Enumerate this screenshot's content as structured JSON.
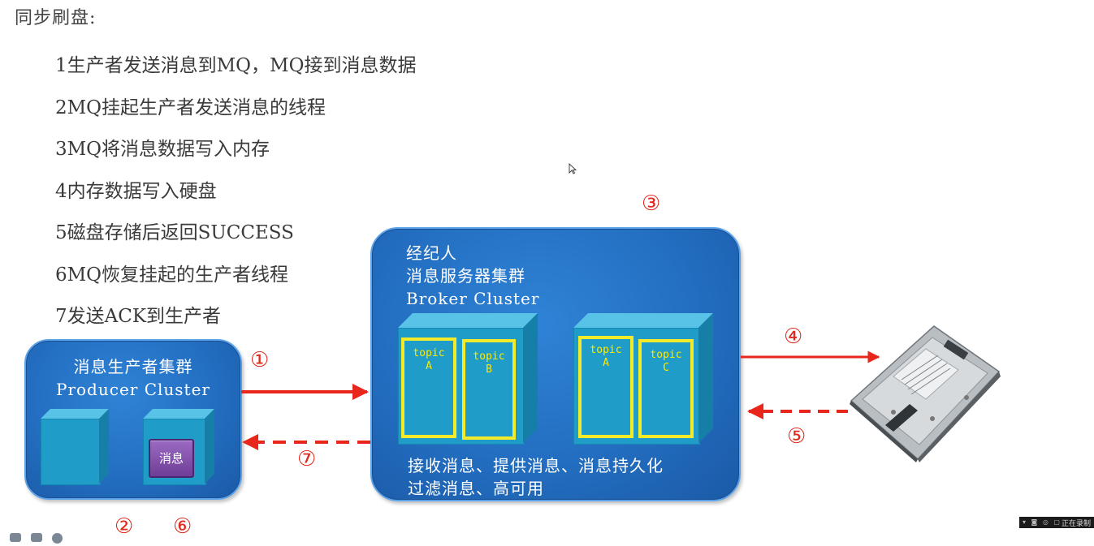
{
  "title": "同步刷盘:",
  "steps": [
    "1生产者发送消息到MQ，MQ接到消息数据",
    "2MQ挂起生产者发送消息的线程",
    "3MQ将消息数据写入内存",
    "4内存数据写入硬盘",
    "5磁盘存储后返回SUCCESS",
    "6MQ恢复挂起的生产者线程",
    "7发送ACK到生产者"
  ],
  "producer": {
    "line1": "消息生产者集群",
    "line2": "Producer Cluster",
    "message_label": "消息"
  },
  "broker": {
    "line1": "经纪人",
    "line2": "消息服务器集群",
    "line3": "Broker Cluster",
    "desc1": "接收消息、提供消息、消息持久化",
    "desc2": "过滤消息、高可用",
    "topics": [
      {
        "word": "topic",
        "letter": "A"
      },
      {
        "word": "topic",
        "letter": "B"
      },
      {
        "word": "topic",
        "letter": "A"
      },
      {
        "word": "topic",
        "letter": "C"
      }
    ]
  },
  "step_markers": {
    "m1": "①",
    "m2": "②",
    "m3": "③",
    "m4": "④",
    "m5": "⑤",
    "m6": "⑥",
    "m7": "⑦"
  },
  "recording_text": "正在录制",
  "colors": {
    "arrow": "#e8261b",
    "panel": "#236ec1",
    "cube": "#1f9dc8",
    "topic_border": "#f3ea2a",
    "message_box": "#7a47a8"
  },
  "icons": [
    "hard-disk-icon",
    "mouse-cursor-icon",
    "screenshot-icon",
    "camera-icon",
    "chat-icon"
  ]
}
